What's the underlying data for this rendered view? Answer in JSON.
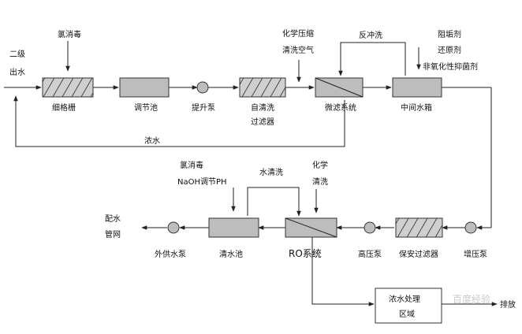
{
  "labels": {
    "secondary_effluent": [
      "二级",
      "出水"
    ],
    "chlorine_1": "氯消毒",
    "fine_screen": "细格栅",
    "equalization_tank": "调节池",
    "lift_pump": "提升泵",
    "self_clean_filter": [
      "自清洗",
      "过滤器"
    ],
    "chem_air_clean": [
      "化学压缩",
      "清洗空气"
    ],
    "backwash": "反冲洗",
    "microfilter": "微滤系统",
    "scale_inhibitor": [
      "阻垢剂",
      "还原剂",
      "非氧化性抑菌剂"
    ],
    "intermediate_tank": "中间水箱",
    "concentrate_1": "浓水",
    "chlorine_2": "氯消毒",
    "naoh_ph": "NaOH调节PH",
    "water_wash": "水清洗",
    "chem_wash": [
      "化学",
      "清洗"
    ],
    "distribution": [
      "配水",
      "管网"
    ],
    "supply_pump": "外供水泵",
    "clear_tank": "清水池",
    "ro_system": "RO系统",
    "hp_pump": "高压泵",
    "security_filter": "保安过滤器",
    "booster_pump": "增压泵",
    "concentrate_zone": [
      "浓水处理",
      "区域"
    ],
    "discharge": "排放"
  },
  "watermark": "百度经验"
}
